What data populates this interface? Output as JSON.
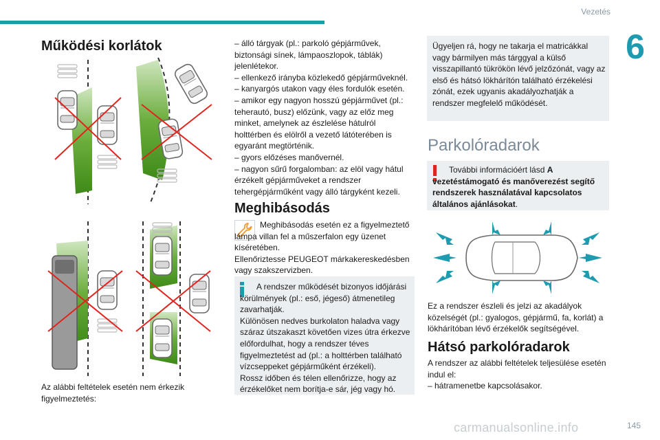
{
  "header": {
    "title": "Vezetés",
    "chapter": "6"
  },
  "col1": {
    "title": "Működési korlátok",
    "caption": "Az alábbi feltételek esetén nem érkezik figyelmeztetés:"
  },
  "col2": {
    "items": [
      "– álló tárgyak (pl.: parkoló gépjárművek, biztonsági sínek, lámpaoszlopok, táblák) jelenlétekor.",
      "– ellenkező irányba közlekedő gépjárműveknél.",
      "– kanyargós utakon vagy éles fordulók esetén.",
      "– amikor egy nagyon hosszú gépjárművet (pl.: teherautó, busz) előzünk, vagy az előz meg minket, amelynek az észlelése hátulról holttérben és elölről a vezető látóterében is egyaránt megtörténik.",
      "– gyors előzéses manővernél.",
      "– nagyon sűrű forgalomban: az elöl vagy hátul érzékelt gépjárműveket a rendszer tehergépjárműként vagy álló tárgyként kezeli."
    ],
    "malfunction_title": "Meghibásodás",
    "malfunction_text": "Meghibásodás esetén ez a figyelmeztető lámpa villan fel a műszerfalon egy üzenet kíséretében.",
    "malfunction_text2": "Ellenőriztesse PEUGEOT márkakereskedésben vagy szakszervizben.",
    "info_lines": [
      "A rendszer működését bizonyos időjárási körülmények (pl.: eső, jégeső) átmenetileg zavarhatják.",
      "Különösen nedves burkolaton haladva vagy száraz útszakaszt követően vizes útra érkezve előfordulhat, hogy a rendszer téves figyelmeztetést ad (pl.: a holttérben található vízcseppeket gépjárműként érzékeli).",
      "Rossz időben és télen ellenőrizze, hogy az érzékelőket nem borítja-e sár, jég vagy hó."
    ]
  },
  "col3": {
    "note": "Ügyeljen rá, hogy ne takarja el matricákkal vagy bármilyen más tárggyal a külső visszapillantó tükrökön lévő jelzőzónát, vagy az első és hátsó lökhárítón található érzékelési zónát, ezek ugyanis akadályozhatják a rendszer megfelelő működését.",
    "parking_title": "Parkolóradarok",
    "warn_prefix": "További információért lásd ",
    "warn_bold": "A vezetéstámogató és manőverezést segítő rendszerek használatával kapcsolatos általános ajánlásokat",
    "warn_suffix": ".",
    "park_text": "Ez a rendszer észleli és jelzi az akadályok közelségét (pl.: gyalogos, gépjármű, fa, korlát) a lökhárítóban lévő érzékelők segítségével.",
    "rear_title": "Hátsó parkolóradarok",
    "rear_text": "A rendszer az alábbi feltételek teljesülése esetén indul el:",
    "rear_item": "– hátramenetbe kapcsolásakor."
  },
  "footer": {
    "page": "145",
    "watermark": "carmanualsonline.info"
  },
  "colors": {
    "accent": "#1f9bb0",
    "green": "#4c9a1e",
    "cross": "#e0231c",
    "warn": "#e0231c",
    "box": "#eceff1"
  }
}
